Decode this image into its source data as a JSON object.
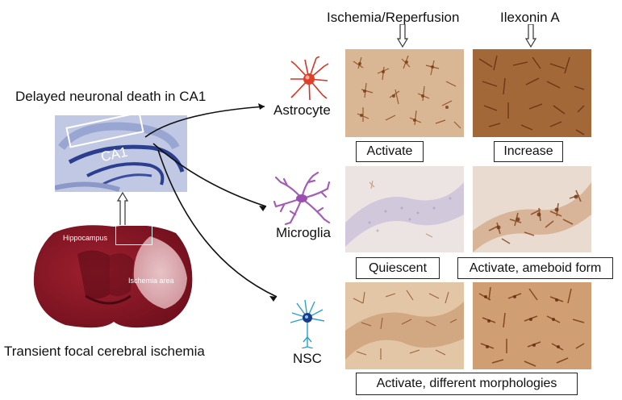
{
  "headers": {
    "col1": "Ischemia/Reperfusion",
    "col2": "Ilexonin A"
  },
  "left": {
    "title": "Delayed neuronal death in CA1",
    "ca1_label": "CA1",
    "hippocampus_label": "Hippocampus",
    "ischemia_area_label": "Ischemia area",
    "bottom_caption": "Transient focal cerebral ischemia"
  },
  "cells": {
    "astrocyte": "Astrocyte",
    "microglia": "Microglia",
    "nsc": "NSC"
  },
  "findings": {
    "astrocyte_ir": "Activate",
    "astrocyte_ilexonin": "Increase",
    "microglia_ir": "Quiescent",
    "microglia_ilexonin": "Activate, ameboid form",
    "nsc_both": "Activate, different morphologies"
  },
  "colors": {
    "stain_dark": "#8a4a1e",
    "stain_light": "#d9c2a4",
    "brain_red": "#8e1626",
    "hippo_blue": "#2c3e8e",
    "astrocyte_red": "#d8331f",
    "microglia_purple": "#a35fb8",
    "nsc_blue": "#2aa0d0"
  }
}
